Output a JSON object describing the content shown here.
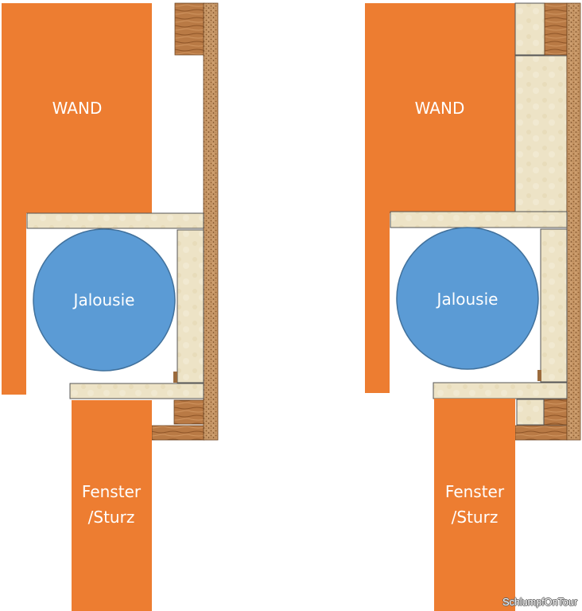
{
  "colors": {
    "wall": "#ED7D31",
    "blind": "#5B9BD5",
    "board": "#EDE3C6",
    "wood": "#B97A45",
    "cork": "#C89868",
    "label_text": "#ffffff"
  },
  "left_diagram": {
    "wall_label": "WAND",
    "blind_label": "Jalousie",
    "window_label_line1": "Fenster",
    "window_label_line2": "/Sturz"
  },
  "right_diagram": {
    "wall_label": "WAND",
    "blind_label": "Jalousie",
    "window_label_line1": "Fenster",
    "window_label_line2": "/Sturz"
  },
  "watermark": "SchlumpfOnTour"
}
